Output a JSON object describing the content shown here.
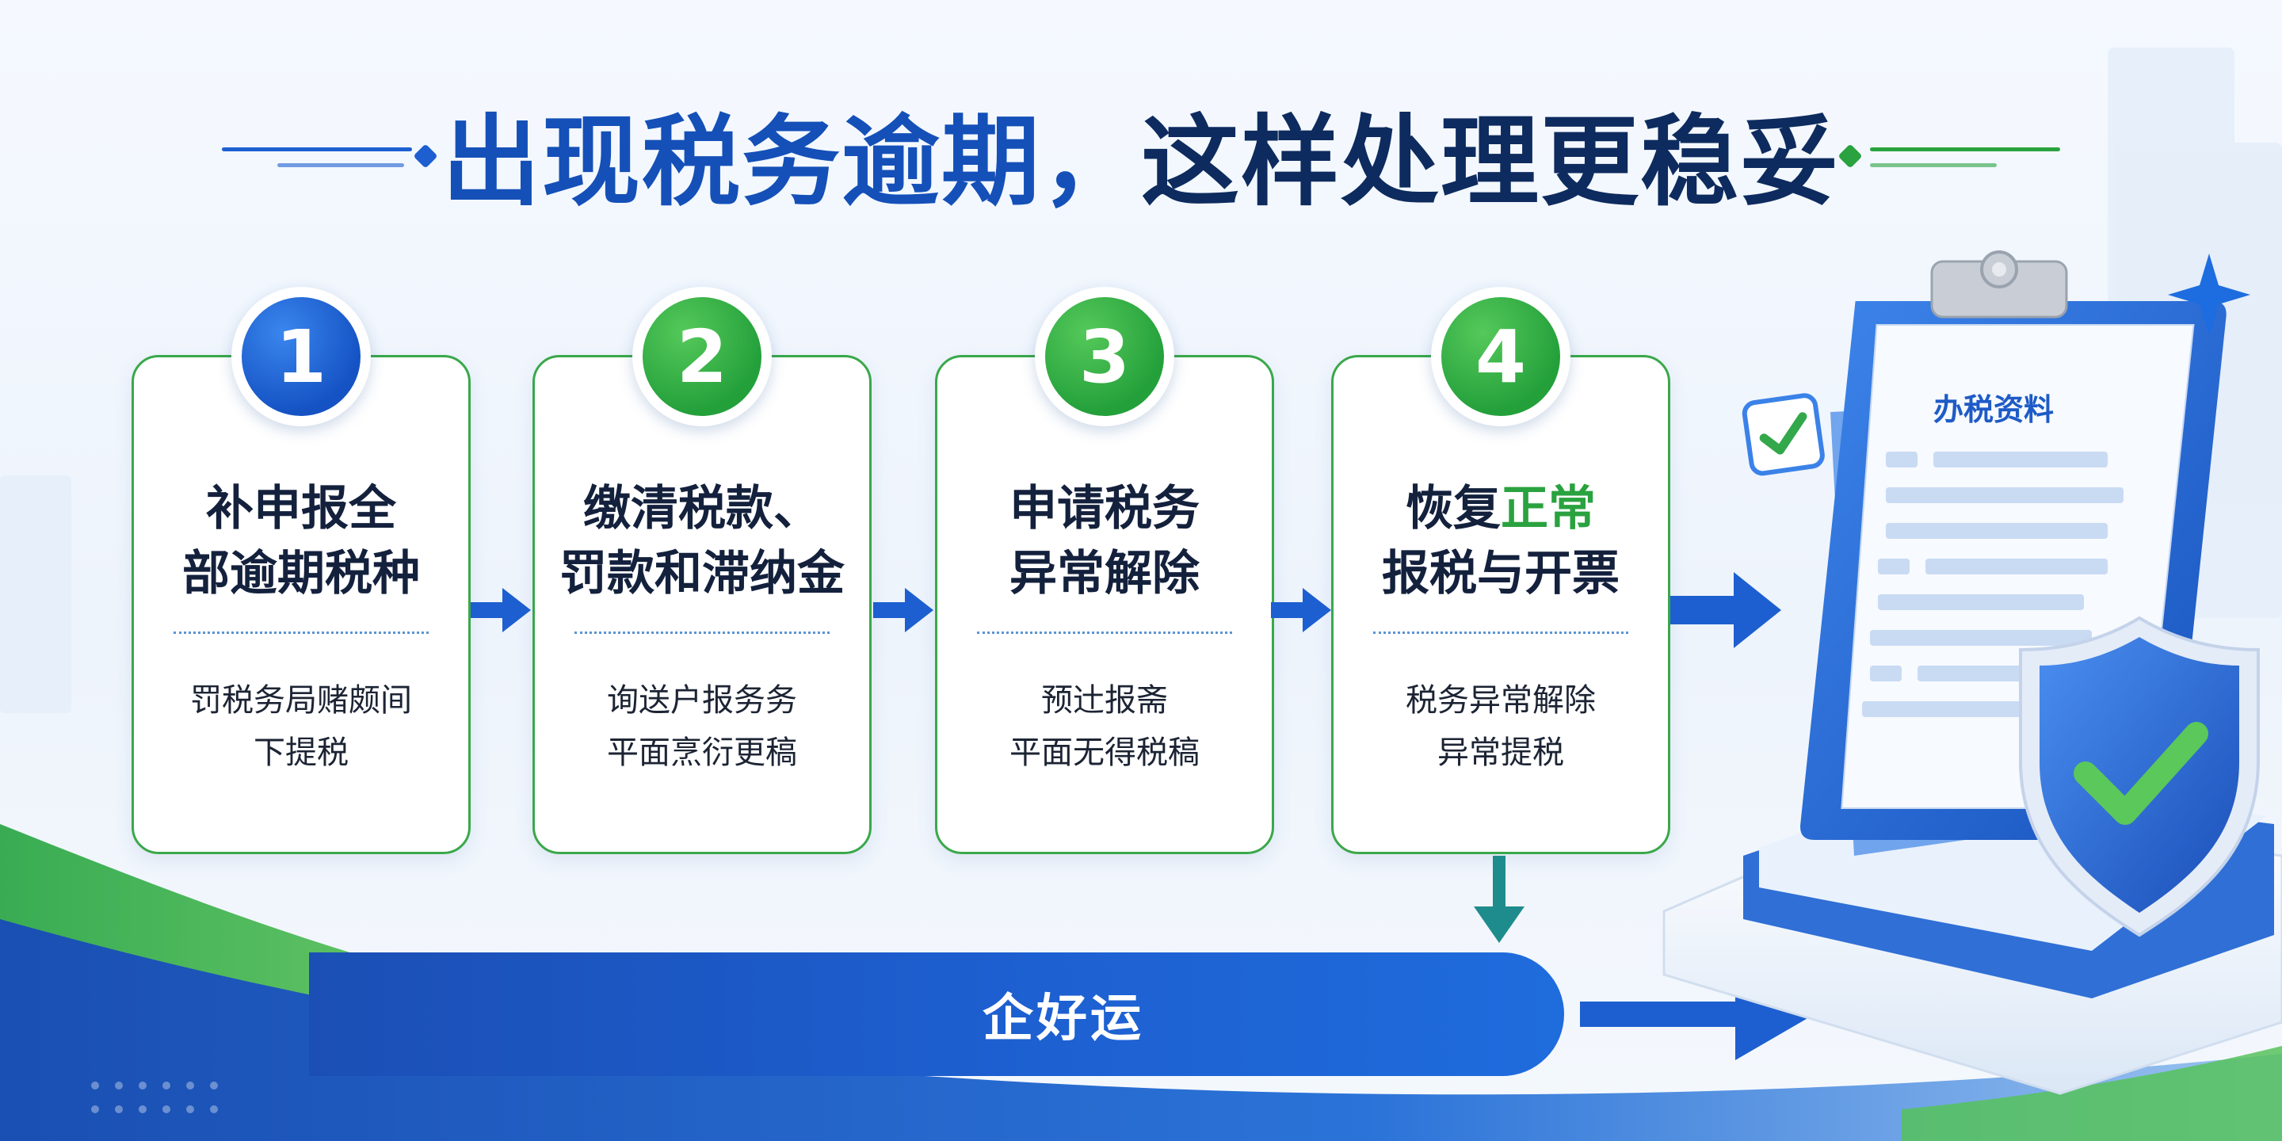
{
  "title": {
    "part1": "出现税务逾期，",
    "part2": "这样处理更稳妥"
  },
  "steps": [
    {
      "number": "1",
      "title_line1": "补申报全",
      "title_line2": "部逾期税种",
      "desc_line1": "罚税务局赌颇间",
      "desc_line2": "下提税"
    },
    {
      "number": "2",
      "title_line1": "缴清税款、",
      "title_line2": "罚款和滞纳金",
      "desc_line1": "询送户报务务",
      "desc_line2": "平面烹衍更稿"
    },
    {
      "number": "3",
      "title_line1": "申请税务",
      "title_line2": "异常解除",
      "desc_line1": "预辻报斋",
      "desc_line2": "平面无得税稿"
    },
    {
      "number": "4",
      "title_line1_a": "恢复",
      "title_line1_b": "正常",
      "title_line2": "报税与开票",
      "desc_line1": "税务异常解除",
      "desc_line2": "异常提税"
    }
  ],
  "banner": {
    "label": "企好运"
  },
  "illustration": {
    "doc_title": "办税资料"
  },
  "colors": {
    "title_blue": "#1450b8",
    "title_dark": "#0d2b5e",
    "card_border": "#3aa84a",
    "accent_blue": "#1d5fd0",
    "accent_green": "#2aa23f"
  }
}
